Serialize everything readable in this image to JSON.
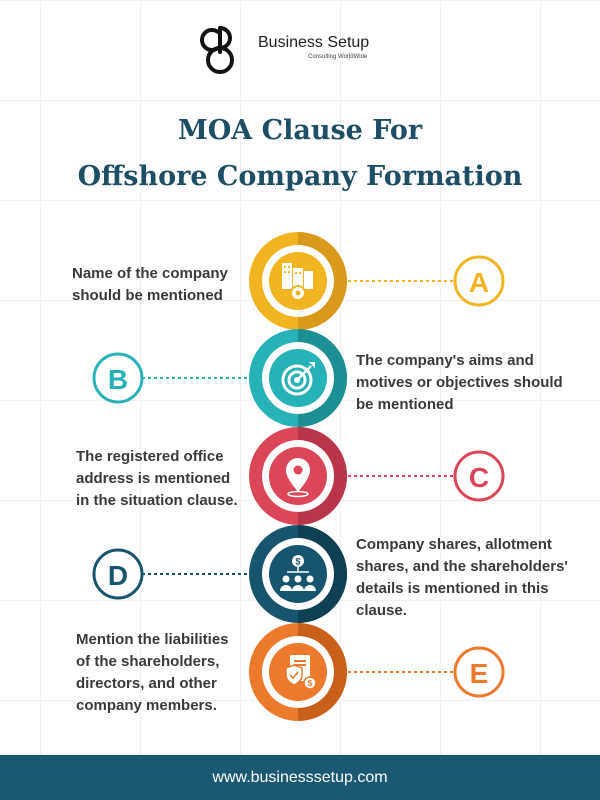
{
  "brand": {
    "name": "Business Setup",
    "tagline": "Consulting WorldWide"
  },
  "title": {
    "line1": "MOA Clause For",
    "line2": "Offshore Company Formation"
  },
  "colors": {
    "yellow": "#f1b521",
    "teal": "#26b2b6",
    "red": "#db4659",
    "navy": "#17556f",
    "orange": "#ec7a2c"
  },
  "items": [
    {
      "letter": "A",
      "icon": "buildings-gear-icon",
      "text_lines": [
        "Name of the company",
        "should be mentioned"
      ]
    },
    {
      "letter": "B",
      "icon": "target-arrow-icon",
      "text_lines": [
        "The company's aims and",
        "motives or objectives should",
        "be mentioned"
      ]
    },
    {
      "letter": "C",
      "icon": "location-pin-icon",
      "text_lines": [
        "The registered office",
        "address is mentioned",
        "in the situation clause."
      ]
    },
    {
      "letter": "D",
      "icon": "shareholders-icon",
      "text_lines": [
        "Company shares, allotment",
        "shares, and the shareholders'",
        "details is mentioned in this",
        "clause."
      ]
    },
    {
      "letter": "E",
      "icon": "document-shield-icon",
      "text_lines": [
        "Mention the liabilities",
        "of the shareholders,",
        "directors, and other",
        "company members."
      ]
    }
  ],
  "footer": {
    "url": "www.businesssetup.com"
  }
}
